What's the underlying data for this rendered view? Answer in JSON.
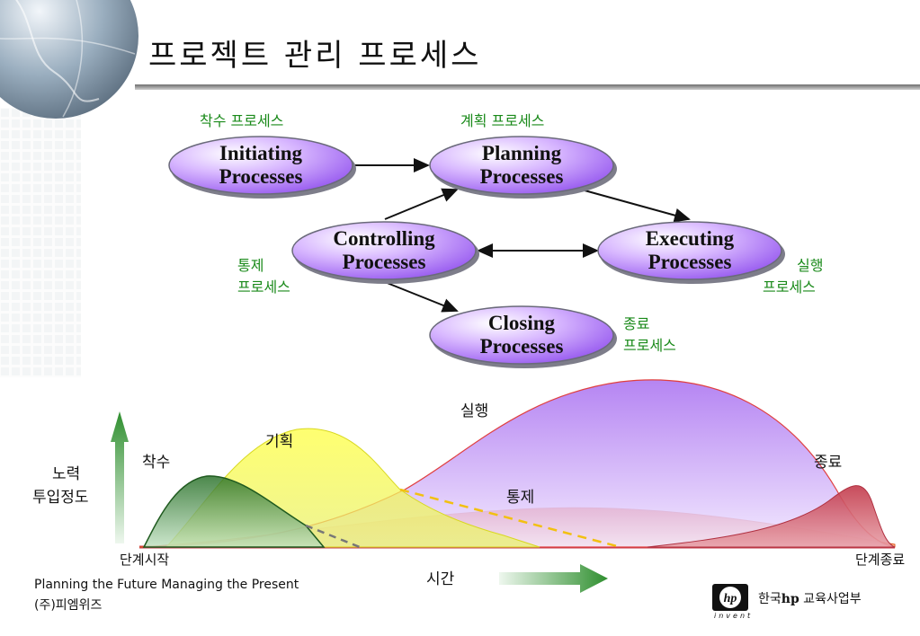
{
  "title": "프로젝트 관리 프로세스",
  "processes": {
    "initiating": {
      "line1": "Initiating",
      "line2": "Processes",
      "ko": "착수 프로세스"
    },
    "planning": {
      "line1": "Planning",
      "line2": "Processes",
      "ko": "계획 프로세스"
    },
    "controlling": {
      "line1": "Controlling",
      "line2": "Processes",
      "ko1": "통제",
      "ko2": "프로세스"
    },
    "executing": {
      "line1": "Executing",
      "line2": "Processes",
      "ko1": "실행",
      "ko2": "프로세스"
    },
    "closing": {
      "line1": "Closing",
      "line2": "Processes",
      "ko1": "종료",
      "ko2": "프로세스"
    }
  },
  "effort_chart": {
    "y_label_line1": "노력",
    "y_label_line2": "투입정도",
    "x_label": "시간",
    "start_label": "단계시작",
    "end_label": "단계종료",
    "curves": {
      "initiating": "착수",
      "planning": "기획",
      "executing": "실행",
      "controlling": "통제",
      "closing": "종료"
    },
    "colors": {
      "initiating": "#2e7d2e",
      "planning": "#f2f23a",
      "executing": "#b07ce8",
      "controlling": "#ff6a1a",
      "closing": "#c2394a"
    }
  },
  "footer": {
    "line1": "Planning the Future  Managing the Present",
    "line2": "(주)피엠위즈",
    "hp_text": "invent",
    "org_prefix": "한국",
    "org_hp": "hp",
    "org_suffix": " 교육사업부"
  }
}
